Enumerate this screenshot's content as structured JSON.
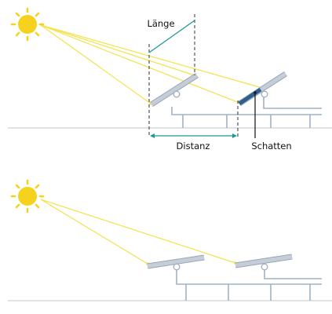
{
  "top_scene": {
    "label_length": "Länge",
    "label_distance": "Distanz",
    "label_shadow": "Schatten"
  },
  "colors": {
    "sun": "#f6d21e",
    "sun_ray": "#f4e24a",
    "panel_face": "#c5ced8",
    "panel_edge": "#9aa7b4",
    "panel_shadow": "#2f5f8d",
    "rack": "#9fb3c6",
    "dimension": "#1a9a9a",
    "ground": "#d8d8d8"
  },
  "icons": [
    "sun-icon"
  ]
}
